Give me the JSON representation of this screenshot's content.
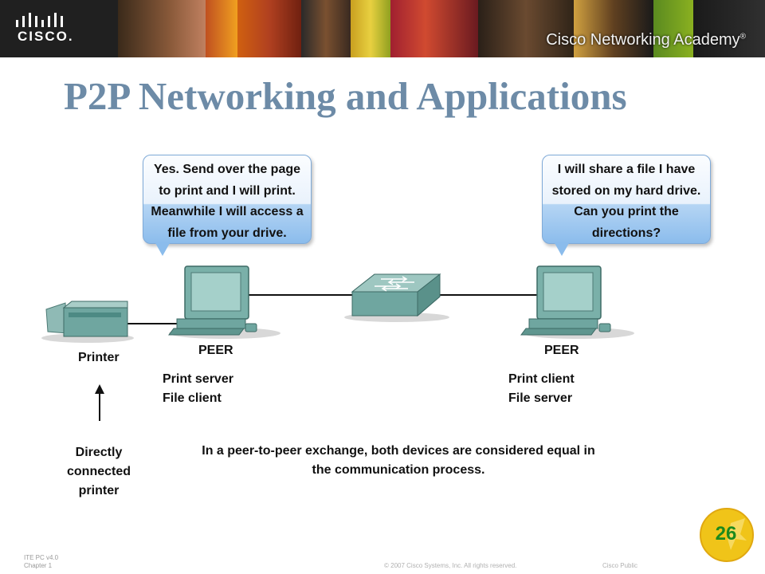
{
  "header": {
    "logo_text": "CISCO.",
    "academy_title": "Cisco Networking Academy",
    "academy_mark": "®"
  },
  "slide": {
    "title": "P2P Networking and Applications"
  },
  "diagram": {
    "bubble_left": [
      "Yes. Send over the page",
      "to print and I will print.",
      "Meanwhile I will access a",
      "file from your drive."
    ],
    "bubble_right": [
      "I will share a file I have",
      "stored on my hard drive.",
      "Can you print the",
      "directions?"
    ],
    "printer_label": "Printer",
    "left_peer": {
      "label": "PEER",
      "role1": "Print server",
      "role2": "File client"
    },
    "right_peer": {
      "label": "PEER",
      "role1": "Print client",
      "role2": "File server"
    },
    "direct_note": [
      "Directly",
      "connected",
      "printer"
    ],
    "caption": [
      "In a peer-to-peer exchange, both devices are considered equal in",
      "the communication process."
    ]
  },
  "footer": {
    "course": "ITE PC v4.0",
    "chapter": "Chapter 1",
    "copyright": "© 2007 Cisco Systems, Inc. All rights reserved.",
    "classification": "Cisco Public",
    "page_number": "26"
  },
  "colors": {
    "title": "#6d8ba7",
    "bubble_top": "#fbfdff",
    "bubble_bottom": "#8bbcec",
    "device_teal": "#6fa6a0",
    "badge_yellow": "#f0c419",
    "page_number": "#1d8a1d"
  }
}
